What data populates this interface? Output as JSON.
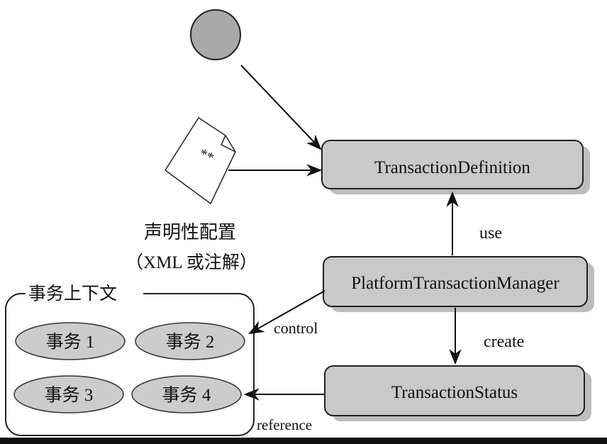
{
  "nodes": {
    "definition": "TransactionDefinition",
    "manager": "PlatformTransactionManager",
    "status": "TransactionStatus"
  },
  "config_label": {
    "line1": "声明性配置",
    "line2": "（XML 或注解）"
  },
  "context": {
    "title": "事务上下文",
    "tx1": "事务 1",
    "tx2": "事务 2",
    "tx3": "事务 3",
    "tx4": "事务 4"
  },
  "edges": {
    "use": "use",
    "create": "create",
    "control": "control",
    "reference": "reference"
  },
  "document_icon_text": "**",
  "colors": {
    "node_fill": "#c9c9c9",
    "circle_fill": "#a9a9a9",
    "shadow": "#bdbdbd",
    "ellipse_fill": "#cccccc"
  }
}
